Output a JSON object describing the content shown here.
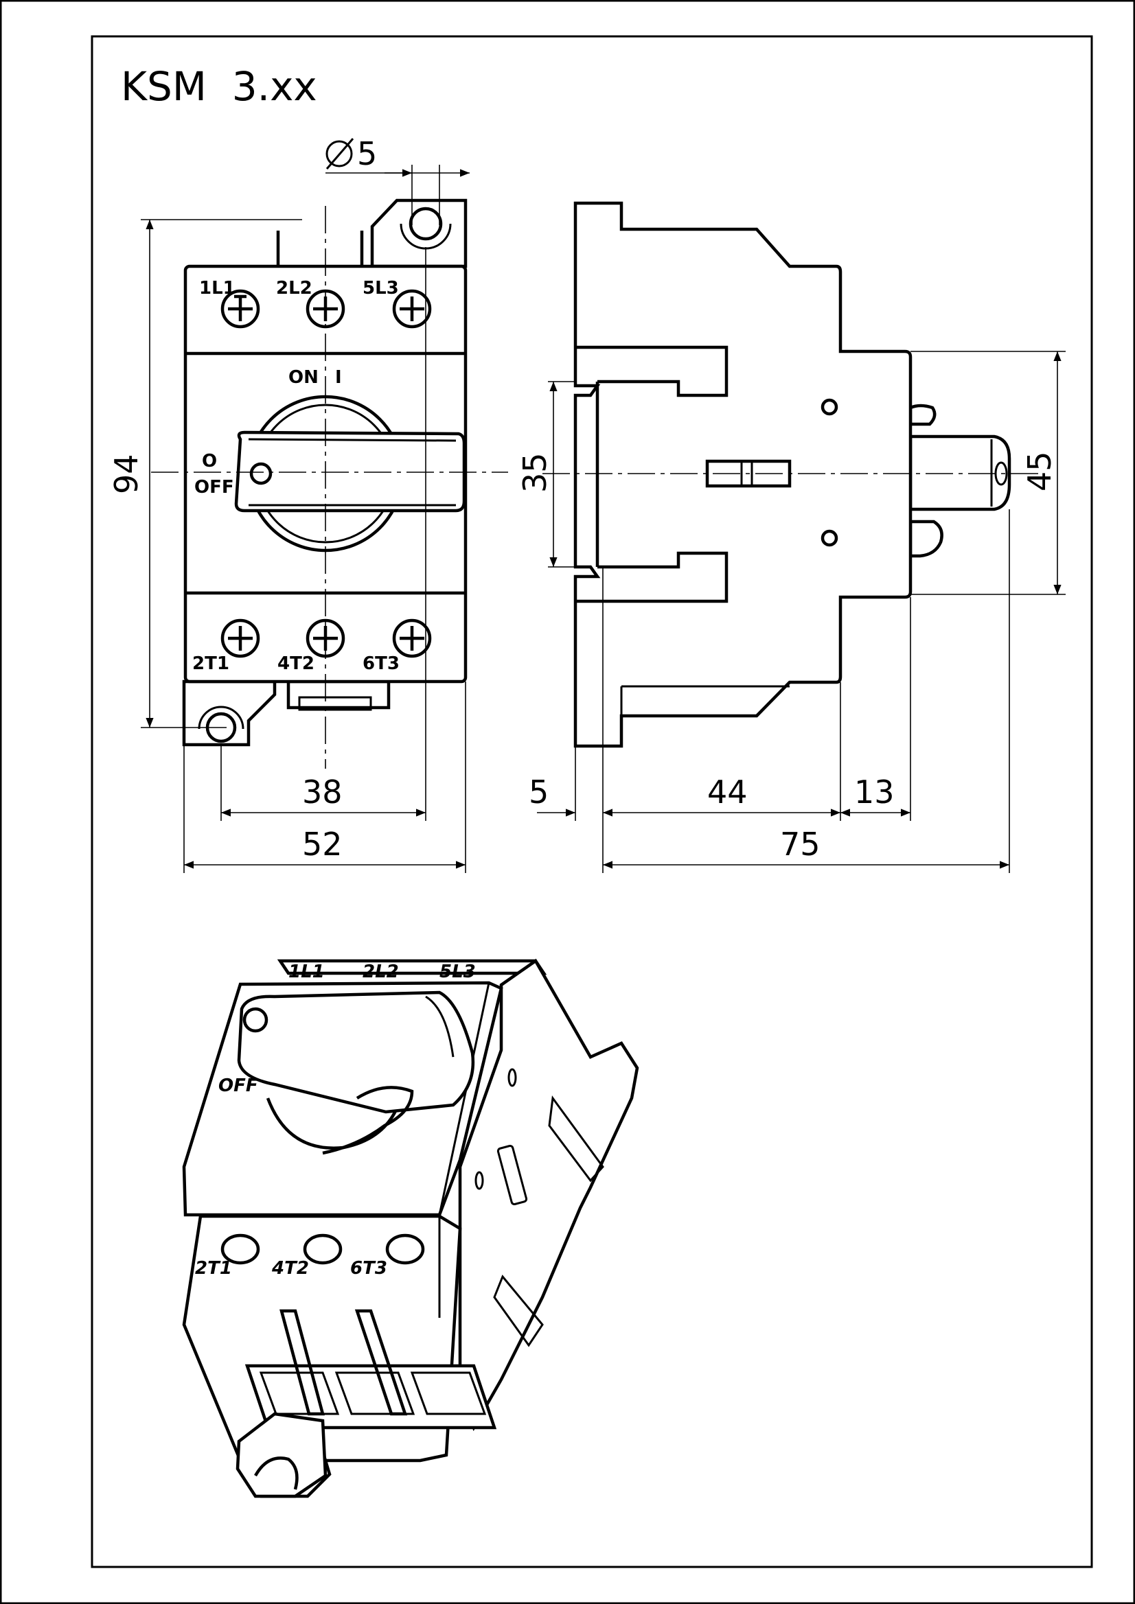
{
  "title": "KSM  3.xx",
  "front_view": {
    "terminals_top": [
      "1L1",
      "2L2",
      "5L3"
    ],
    "terminals_bottom": [
      "2T1",
      "4T2",
      "6T3"
    ],
    "on_label": "ON",
    "on_symbol": "I",
    "off_label": "OFF",
    "off_symbol": "O"
  },
  "iso_view": {
    "terminals_top": [
      "1L1",
      "2L2",
      "5L3"
    ],
    "terminals_bottom": [
      "2T1",
      "4T2",
      "6T3"
    ],
    "off_label": "OFF"
  },
  "dimensions": {
    "hole_diameter": "5",
    "height_94": "94",
    "width_38": "38",
    "width_52": "52",
    "rail_35": "35",
    "height_45": "45",
    "depth_5": "5",
    "depth_44": "44",
    "depth_13": "13",
    "depth_75": "75"
  }
}
